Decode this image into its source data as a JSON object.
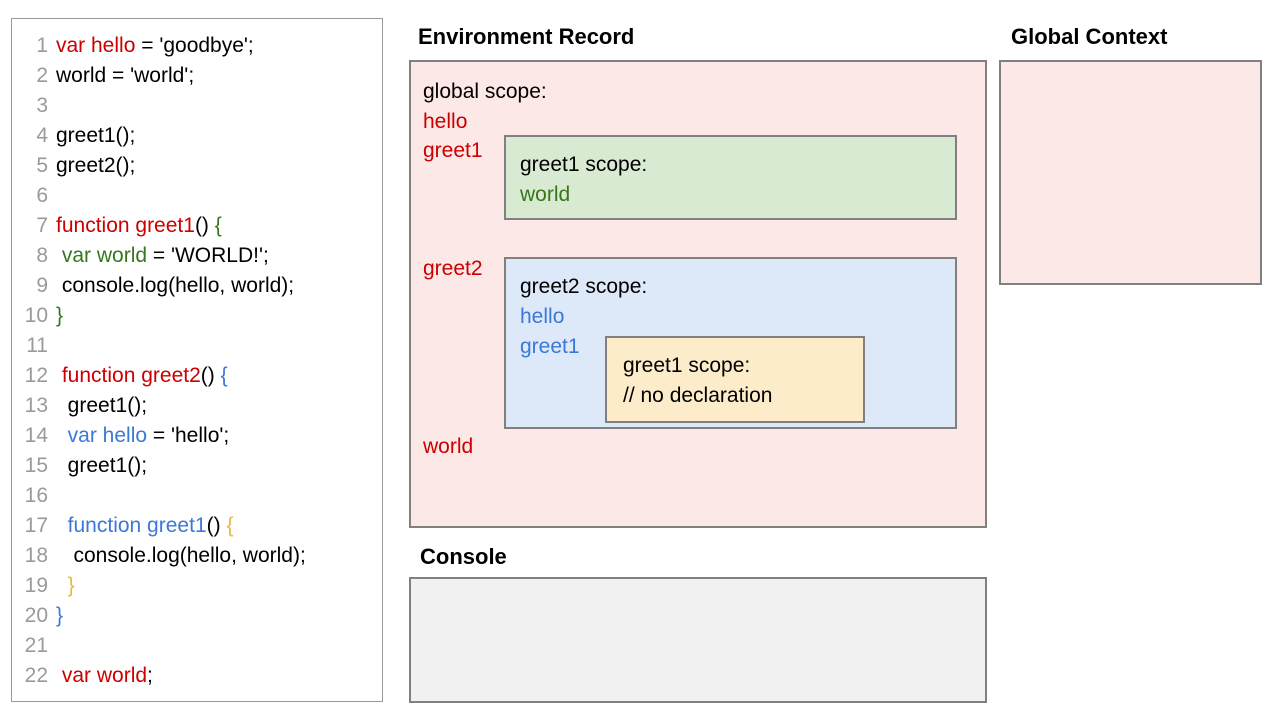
{
  "code_panel": {
    "lines": [
      {
        "number": "1",
        "segments": [
          {
            "t": "var hello",
            "c": "red"
          },
          {
            "t": " = 'goodbye';",
            "c": "plain"
          }
        ]
      },
      {
        "number": "2",
        "segments": [
          {
            "t": "world = 'world';",
            "c": "plain"
          }
        ]
      },
      {
        "number": "3",
        "segments": [
          {
            "t": "",
            "c": "plain"
          }
        ]
      },
      {
        "number": "4",
        "segments": [
          {
            "t": "greet1();",
            "c": "plain"
          }
        ]
      },
      {
        "number": "5",
        "segments": [
          {
            "t": "greet2();",
            "c": "plain"
          }
        ]
      },
      {
        "number": "6",
        "segments": [
          {
            "t": "",
            "c": "plain"
          }
        ]
      },
      {
        "number": "7",
        "segments": [
          {
            "t": "function greet1",
            "c": "red"
          },
          {
            "t": "() ",
            "c": "plain"
          },
          {
            "t": "{",
            "c": "green"
          }
        ]
      },
      {
        "number": "8",
        "segments": [
          {
            "t": " ",
            "c": "plain"
          },
          {
            "t": "var world",
            "c": "green"
          },
          {
            "t": " = 'WORLD!';",
            "c": "plain"
          }
        ]
      },
      {
        "number": "9",
        "segments": [
          {
            "t": " console.log(hello, world);",
            "c": "plain"
          }
        ]
      },
      {
        "number": "10",
        "segments": [
          {
            "t": "}",
            "c": "green"
          }
        ]
      },
      {
        "number": "11",
        "segments": [
          {
            "t": "",
            "c": "plain"
          }
        ]
      },
      {
        "number": "12",
        "segments": [
          {
            "t": " ",
            "c": "plain"
          },
          {
            "t": "function greet2",
            "c": "red"
          },
          {
            "t": "() ",
            "c": "plain"
          },
          {
            "t": "{",
            "c": "blue"
          }
        ]
      },
      {
        "number": "13",
        "segments": [
          {
            "t": "  greet1();",
            "c": "plain"
          }
        ]
      },
      {
        "number": "14",
        "segments": [
          {
            "t": "  ",
            "c": "plain"
          },
          {
            "t": "var hello",
            "c": "blue"
          },
          {
            "t": " = 'hello';",
            "c": "plain"
          }
        ]
      },
      {
        "number": "15",
        "segments": [
          {
            "t": "  greet1();",
            "c": "plain"
          }
        ]
      },
      {
        "number": "16",
        "segments": [
          {
            "t": "",
            "c": "plain"
          }
        ]
      },
      {
        "number": "17",
        "segments": [
          {
            "t": "  ",
            "c": "plain"
          },
          {
            "t": "function greet1",
            "c": "blue"
          },
          {
            "t": "() ",
            "c": "plain"
          },
          {
            "t": "{",
            "c": "orange"
          }
        ]
      },
      {
        "number": "18",
        "segments": [
          {
            "t": "   console.log(hello, world);",
            "c": "plain"
          }
        ]
      },
      {
        "number": "19",
        "segments": [
          {
            "t": "  ",
            "c": "plain"
          },
          {
            "t": "}",
            "c": "orange"
          }
        ]
      },
      {
        "number": "20",
        "segments": [
          {
            "t": "}",
            "c": "blue"
          }
        ]
      },
      {
        "number": "21",
        "segments": [
          {
            "t": "",
            "c": "plain"
          }
        ]
      },
      {
        "number": "22",
        "segments": [
          {
            "t": " ",
            "c": "plain"
          },
          {
            "t": "var world",
            "c": "red"
          },
          {
            "t": ";",
            "c": "plain"
          }
        ]
      }
    ]
  },
  "environment_record": {
    "title": "Environment Record",
    "global_scope": {
      "heading": "global scope:",
      "bindings": [
        "hello",
        "greet1",
        "greet2",
        "world"
      ]
    },
    "greet1_global_scope": {
      "heading": "greet1 scope:",
      "bindings": [
        "world"
      ]
    },
    "greet2_scope": {
      "heading": "greet2 scope:",
      "bindings": [
        "hello",
        "greet1"
      ]
    },
    "greet1_inner_scope": {
      "heading": "greet1 scope:",
      "note": "// no declaration"
    }
  },
  "global_context": {
    "title": "Global Context",
    "content": ""
  },
  "console": {
    "title": "Console",
    "content": ""
  },
  "colors": {
    "red": "#cc0000",
    "green": "#38761d",
    "blue": "#3c78d8",
    "orange": "#e8b93c",
    "pink_fill": "#fce8e6",
    "green_fill": "#d9ead3",
    "blue_fill": "#dde8f8",
    "yellow_fill": "#fcecc9",
    "gray_fill": "#f1f1f1",
    "border": "#808080",
    "gutter_text": "#9a9a9a"
  }
}
